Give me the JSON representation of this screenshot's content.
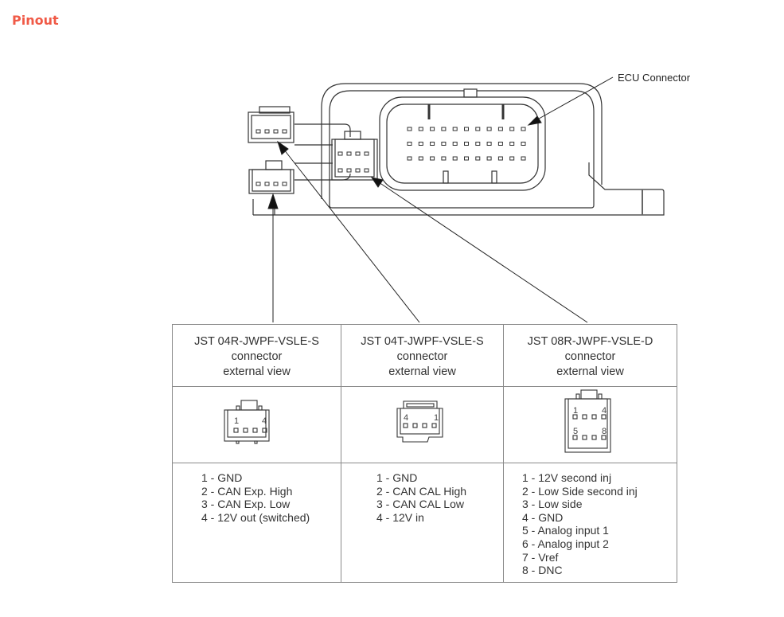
{
  "page": {
    "title": "Pinout",
    "title_color": "#f05a47"
  },
  "diagram": {
    "ecu_label": "ECU Connector",
    "ecu_connector_pins": {
      "rows": 3,
      "columns": 11
    }
  },
  "connectors": [
    {
      "model": "JST 04R-JWPF-VSLE-S",
      "line2": "connector",
      "line3": "external view",
      "pin_labels": [
        "1",
        "4"
      ],
      "pins": [
        "1 - GND",
        "2 - CAN Exp. High",
        "3 - CAN Exp. Low",
        "4 - 12V out (switched)"
      ]
    },
    {
      "model": "JST 04T-JWPF-VSLE-S",
      "line2": "connector",
      "line3": "external view",
      "pin_labels": [
        "4",
        "1"
      ],
      "pins": [
        "1 - GND",
        "2 - CAN CAL High",
        "3 - CAN CAL Low",
        "4 - 12V in"
      ]
    },
    {
      "model": "JST 08R-JWPF-VSLE-D",
      "line2": "connector",
      "line3": "external view",
      "pin_labels": [
        "1",
        "4",
        "5",
        "8"
      ],
      "pins": [
        "1 - 12V second inj",
        "2 - Low Side second inj",
        "3 - Low side",
        "4 - GND",
        "5 - Analog input 1",
        "6 - Analog input 2",
        "7 - Vref",
        "8 - DNC"
      ]
    }
  ]
}
